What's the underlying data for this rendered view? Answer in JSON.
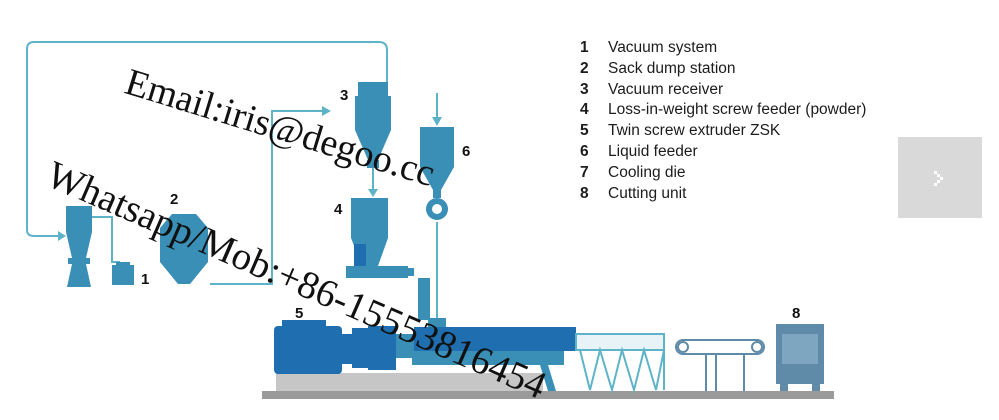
{
  "legend": [
    {
      "num": "1",
      "label": "Vacuum system"
    },
    {
      "num": "2",
      "label": "Sack dump station"
    },
    {
      "num": "3",
      "label": "Vacuum receiver"
    },
    {
      "num": "4",
      "label": "Loss-in-weight screw feeder (powder)"
    },
    {
      "num": "5",
      "label": "Twin screw extruder ZSK"
    },
    {
      "num": "6",
      "label": "Liquid feeder"
    },
    {
      "num": "7",
      "label": "Cooling die"
    },
    {
      "num": "8",
      "label": "Cutting unit"
    }
  ],
  "diagram_labels": {
    "vacuum_system": "1",
    "sack_dump_station": "2",
    "vacuum_receiver": "3",
    "screw_feeder": "4",
    "extruder": "5",
    "liquid_feeder": "6",
    "cutting_unit": "8"
  },
  "watermark": {
    "email": "Email:iris@degoo.cc",
    "phone": "Whatsapp/Mob:+86-15553816454"
  },
  "colors": {
    "equipment": "#3a8fb7",
    "motor": "#1f6fb0",
    "pipe": "#5fb3c9",
    "base": "#9a9a9a",
    "cutter": "#5f8aa8"
  },
  "controls": {
    "next_icon": "chevron-right-icon"
  }
}
